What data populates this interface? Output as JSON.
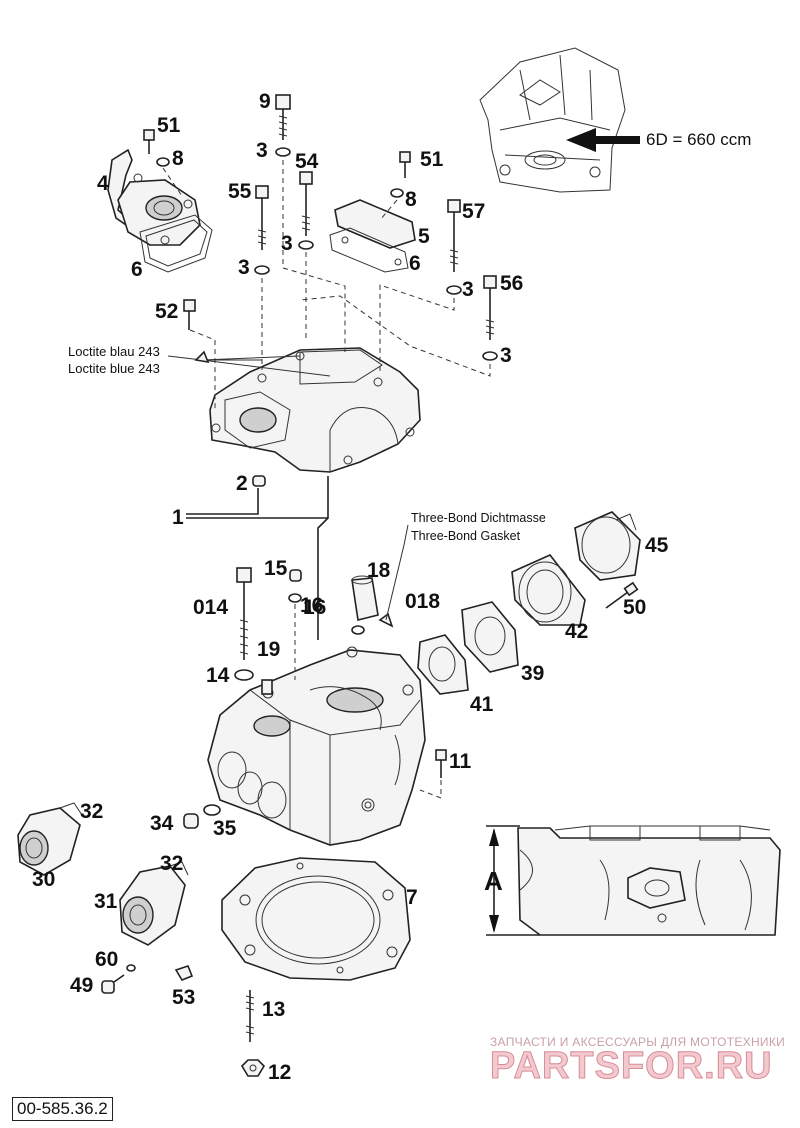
{
  "drawing_code": "00-585.36.2",
  "displacement_note": "6D = 660 ccm",
  "dimension_label": "A",
  "notes": {
    "loctite_de": "Loctite blau 243",
    "loctite_en": "Loctite blue 243",
    "threebond_de": "Three-Bond Dichtmasse",
    "threebond_en": "Three-Bond Gasket"
  },
  "watermark": {
    "tagline": "ЗАПЧАСТИ И АКСЕССУАРЫ ДЛЯ МОТОТЕХНИКИ",
    "brand": "PARTSFOR.RU"
  },
  "callouts": [
    "9",
    "51",
    "8",
    "4",
    "6",
    "3",
    "54",
    "55",
    "3",
    "3",
    "51",
    "8",
    "57",
    "5",
    "6",
    "3",
    "56",
    "3",
    "52",
    "2",
    "1",
    "16",
    "45",
    "18",
    "018",
    "50",
    "15",
    "014",
    "16",
    "42",
    "19",
    "14",
    "39",
    "41",
    "11",
    "32",
    "34",
    "35",
    "30",
    "32",
    "31",
    "7",
    "60",
    "49",
    "53",
    "13",
    "12"
  ]
}
